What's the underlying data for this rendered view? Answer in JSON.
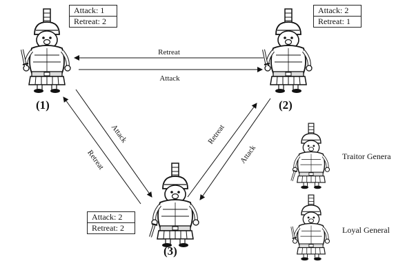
{
  "generals": [
    {
      "id": "1",
      "label": "(1)",
      "attack": "Attack:  1",
      "retreat": "Retreat: 2",
      "type": "loyal"
    },
    {
      "id": "2",
      "label": "(2)",
      "attack": "Attack:  2",
      "retreat": "Retreat: 1",
      "type": "loyal"
    },
    {
      "id": "3",
      "label": "(3)",
      "attack": "Attack:  2",
      "retreat": "Retreat: 2",
      "type": "traitor"
    }
  ],
  "edges": [
    {
      "from": "2",
      "to": "1",
      "label": "Retreat"
    },
    {
      "from": "1",
      "to": "2",
      "label": "Attack"
    },
    {
      "from": "1",
      "to": "3",
      "label": "Attack"
    },
    {
      "from": "3",
      "to": "1",
      "label": "Retreat"
    },
    {
      "from": "3",
      "to": "2",
      "label": "Retreat"
    },
    {
      "from": "2",
      "to": "3",
      "label": "Attack"
    }
  ],
  "legend": {
    "traitor": "Traitor Genera",
    "loyal": "Loyal General"
  },
  "colors": {
    "stroke": "#111111",
    "body_fill": "#ffffff",
    "shade": "#cfcfcf"
  }
}
